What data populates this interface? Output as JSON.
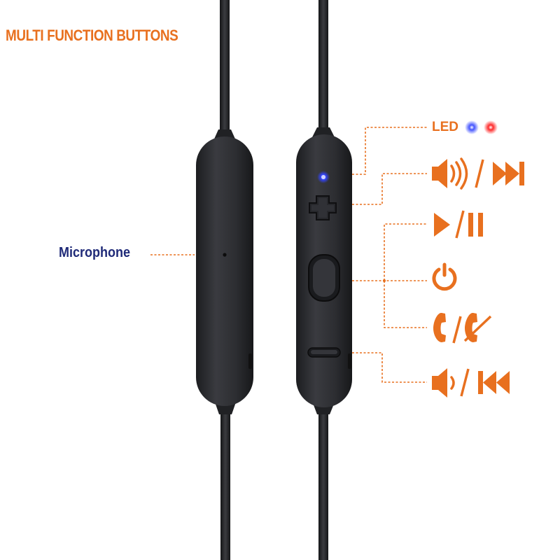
{
  "title": "MULTI FUNCTION BUTTONS",
  "labels": {
    "microphone": "Microphone",
    "led": "LED"
  },
  "colors": {
    "accent": "#e8701f",
    "microphone_label": "#1f2a78",
    "led_blue": "#2233ff",
    "led_red": "#ff2a2a",
    "body": "#2c2d31"
  },
  "icons": [
    "volume-up-icon",
    "next-track-icon",
    "play-icon",
    "pause-icon",
    "power-icon",
    "answer-call-icon",
    "end-call-icon",
    "volume-down-icon",
    "previous-track-icon"
  ]
}
